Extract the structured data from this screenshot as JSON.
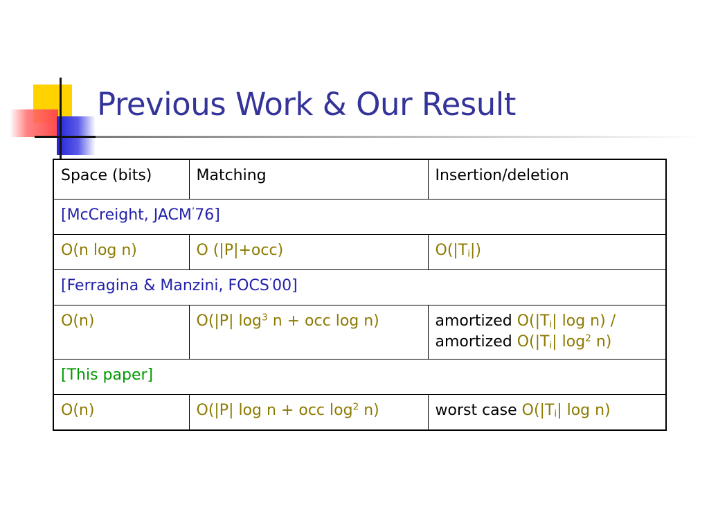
{
  "title": "Previous Work & Our Result",
  "table": {
    "headers": [
      "Space (bits)",
      "Matching",
      "Insertion/deletion"
    ],
    "sections": [
      {
        "label_name": "[McCreight, JACM",
        "label_sup": "’",
        "label_year": "76]",
        "color": "#2222aa",
        "row": {
          "space": "O(n log n)",
          "matching": "O (|P|+occ)",
          "update": {
            "pre": "O(|T",
            "sub": "i",
            "post": "|)"
          }
        }
      },
      {
        "label_name": "[Ferragina & Manzini, FOCS",
        "label_sup": "’",
        "label_year": "00]",
        "color": "#2222aa",
        "row": {
          "space": "O(n)",
          "matching": {
            "pre": "O(|P| log",
            "sup": "3",
            "post": " n + occ log n)"
          },
          "update_lines": [
            {
              "prefix": "amortized ",
              "pre": "O(|T",
              "sub": "i",
              "post": "| log n) /"
            },
            {
              "prefix": "amortized ",
              "pre": "O(|T",
              "sub": "i",
              "mid": "| log",
              "sup": "2",
              "post": " n)"
            }
          ]
        }
      },
      {
        "label": "[This paper]",
        "color": "#009900",
        "row": {
          "space": "O(n)",
          "matching": {
            "pre": "O(|P| log n + occ log",
            "sup": "2",
            "post": " n)"
          },
          "update": {
            "prefix": "worst case ",
            "pre": "O(|T",
            "sub": "i",
            "post": "| log n)"
          }
        }
      }
    ]
  }
}
